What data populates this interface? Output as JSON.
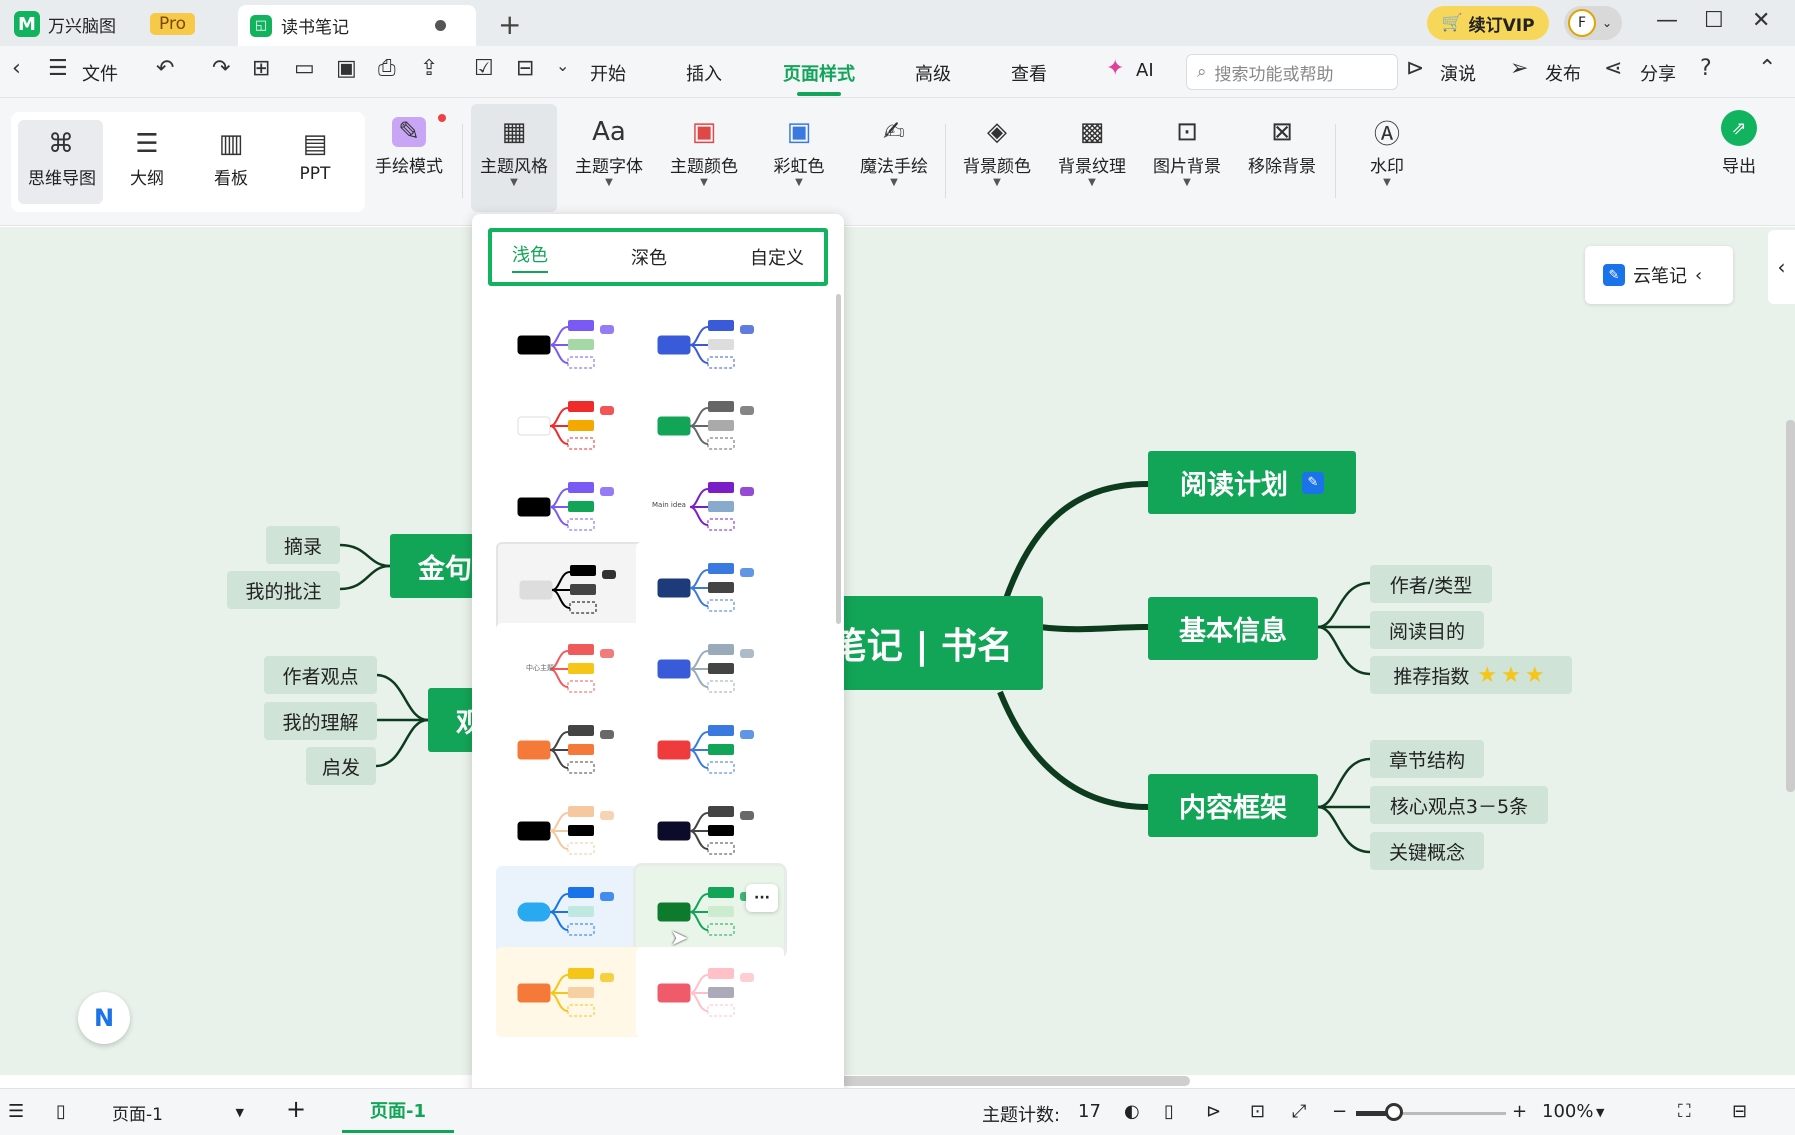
{
  "tabs": {
    "app_name": "万兴脑图",
    "pro_badge": "Pro",
    "doc_tab": "读书笔记",
    "new_tab": "+",
    "vip": "续订VIP",
    "avatar_letter": "F"
  },
  "menu": {
    "items": [
      "文件",
      "开始",
      "插入",
      "页面样式",
      "高级",
      "查看",
      "AI"
    ],
    "search_placeholder": "搜索功能或帮助",
    "present": "演说",
    "publish": "发布",
    "share": "分享"
  },
  "toolbar": {
    "views": [
      "思维导图",
      "大纲",
      "看板",
      "PPT"
    ],
    "tools": [
      "手绘模式",
      "主题风格",
      "主题字体",
      "主题颜色",
      "彩虹色",
      "魔法手绘",
      "背景颜色",
      "背景纹理",
      "图片背景",
      "移除背景",
      "水印",
      "导出"
    ]
  },
  "panel": {
    "tabs": [
      "浅色",
      "深色",
      "自定义"
    ],
    "active_tab": "浅色",
    "thumb_main_idea": "Main idea",
    "thumb_center": "中心主题",
    "more_button": "···"
  },
  "mindmap": {
    "center": "笔记 | 书名",
    "main_nodes": [
      "阅读计划",
      "基本信息",
      "内容框架"
    ],
    "left_nodes": [
      "金句",
      "观"
    ],
    "left_leaves_1": [
      "摘录",
      "我的批注"
    ],
    "left_leaves_2": [
      "作者观点",
      "我的理解",
      "启发"
    ],
    "basic_info_leaves": [
      "作者/类型",
      "阅读目的",
      "推荐指数"
    ],
    "framework_leaves": [
      "章节结构",
      "核心观点3－5条",
      "关键概念"
    ],
    "rating_stars": 3,
    "cloud_note": "云笔记"
  },
  "status": {
    "page_select": "页面-1",
    "page_tab": "页面-1",
    "topic_count_label": "主题计数:",
    "topic_count": "17",
    "zoom": "100%",
    "zoom_fraction": 0.2
  },
  "colors": {
    "accent": "#12a557",
    "branch": "#0c3b1e",
    "canvas": "#e9f2ea"
  }
}
